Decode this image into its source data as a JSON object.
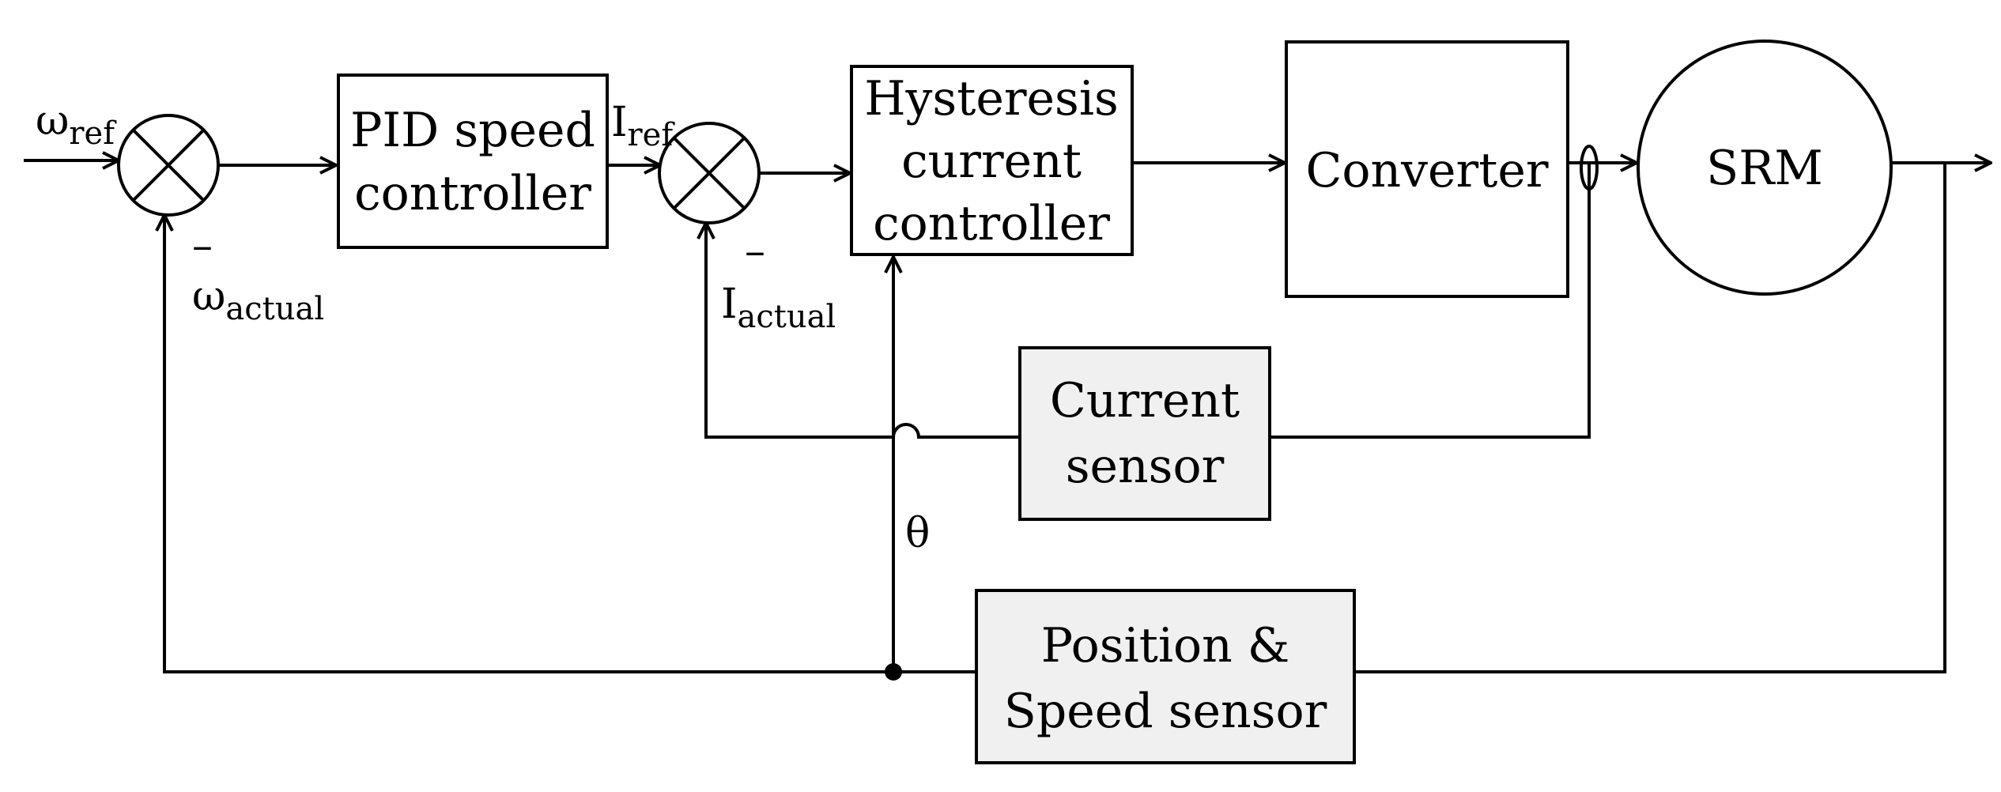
{
  "diagram": {
    "blocks": {
      "pid": [
        "PID speed",
        "controller"
      ],
      "hysteresis": [
        "Hysteresis",
        "current",
        "controller"
      ],
      "converter": "Converter",
      "srm": "SRM",
      "current_sensor": [
        "Current",
        "sensor"
      ],
      "position_speed_sensor": [
        "Position &",
        "Speed sensor"
      ]
    },
    "signals": {
      "omega_ref": {
        "sym": "ω",
        "sub": "ref"
      },
      "omega_actual": {
        "sym": "ω",
        "sub": "actual"
      },
      "i_ref": {
        "sym": "I",
        "sub": "ref"
      },
      "i_actual": {
        "sym": "I",
        "sub": "actual"
      },
      "theta": "θ",
      "minus_1": "–",
      "minus_2": "–"
    },
    "colors": {
      "line": "#000000",
      "block_fill": "#ffffff",
      "sensor_fill": "#f0f0f0"
    }
  }
}
